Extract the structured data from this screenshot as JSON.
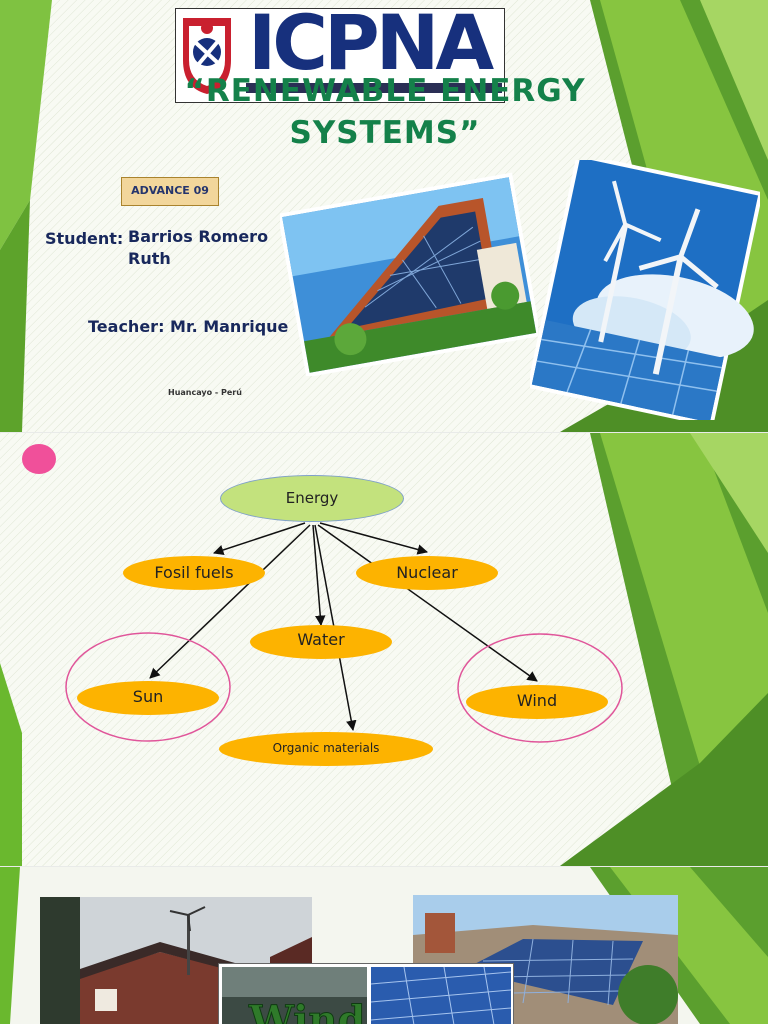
{
  "slide1": {
    "logo_text": "ICPNA",
    "title_line1": "“RENEWABLE ENERGY",
    "title_line2": "SYSTEMS”",
    "level_badge": "ADVANCE 09",
    "student_label": "Student:",
    "student_name_line1": "Barrios Romero",
    "student_name_line2": "Ruth",
    "teacher_label": "Teacher",
    "teacher_value": ": Mr. Manrique",
    "location": "Huancayo - Perú"
  },
  "slide2": {
    "nodes": {
      "energy": "Energy",
      "fosil": "Fosil fuels",
      "nuclear": "Nuclear",
      "water": "Water",
      "sun": "Sun",
      "wind": "Wind",
      "organic": "Organic materials"
    }
  },
  "colors": {
    "title_green": "#14814a",
    "node_orange": "#fdb300",
    "energy_green": "#c3e27d",
    "highlight_pink": "#e0559a",
    "dot_pink": "#f0509a",
    "accent_green": "#6ab82e"
  }
}
